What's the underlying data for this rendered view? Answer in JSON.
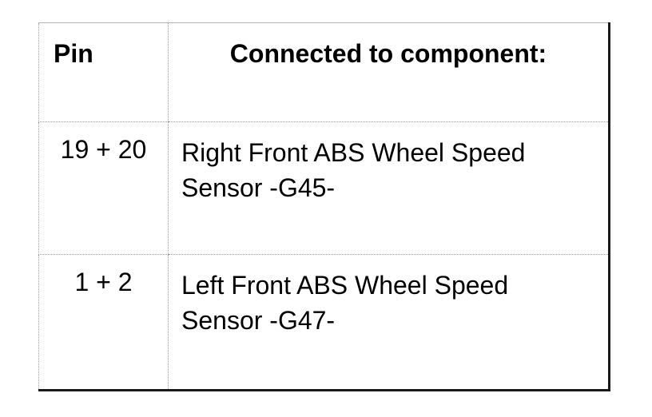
{
  "table": {
    "headers": {
      "pin": "Pin",
      "component": "Connected to component:"
    },
    "rows": [
      {
        "pin": "19 + 20",
        "component_line1": "Right Front ABS Wheel Speed",
        "component_line2": "Sensor -G45-"
      },
      {
        "pin": "1 + 2",
        "component_line1": "Left Front ABS Wheel Speed",
        "component_line2": "Sensor -G47-"
      }
    ]
  }
}
